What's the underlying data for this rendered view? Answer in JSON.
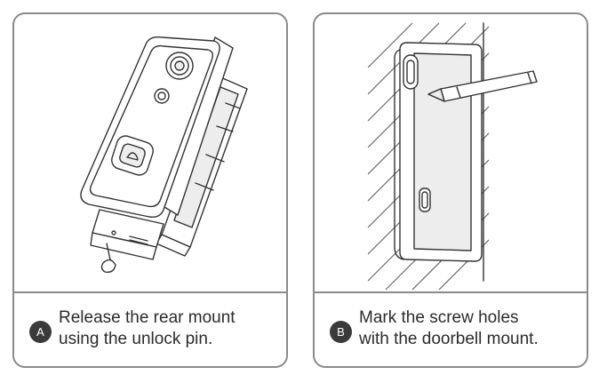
{
  "steps": [
    {
      "badge": "A",
      "line1": "Release the rear mount",
      "line2": "using the unlock pin."
    },
    {
      "badge": "B",
      "line1": "Mark the screw holes",
      "line2": "with the doorbell mount."
    }
  ],
  "colors": {
    "border": "#8a8a8a",
    "badge": "#3a3a3a",
    "text": "#2b2b2b"
  },
  "icons": {
    "panel_a": "doorbell-release-illustration",
    "panel_b": "mark-screw-holes-illustration"
  }
}
